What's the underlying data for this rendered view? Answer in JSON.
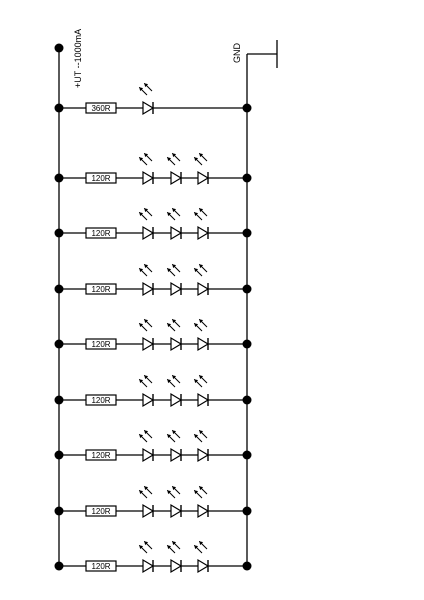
{
  "supply": {
    "label": "+UT --1000mA"
  },
  "ground": {
    "label": "GND"
  },
  "rows": [
    {
      "resistor": "360R",
      "led_count": 1
    },
    {
      "resistor": "120R",
      "led_count": 3
    },
    {
      "resistor": "120R",
      "led_count": 3
    },
    {
      "resistor": "120R",
      "led_count": 3
    },
    {
      "resistor": "120R",
      "led_count": 3
    },
    {
      "resistor": "120R",
      "led_count": 3
    },
    {
      "resistor": "120R",
      "led_count": 3
    },
    {
      "resistor": "120R",
      "led_count": 3
    },
    {
      "resistor": "120R",
      "led_count": 3
    }
  ]
}
